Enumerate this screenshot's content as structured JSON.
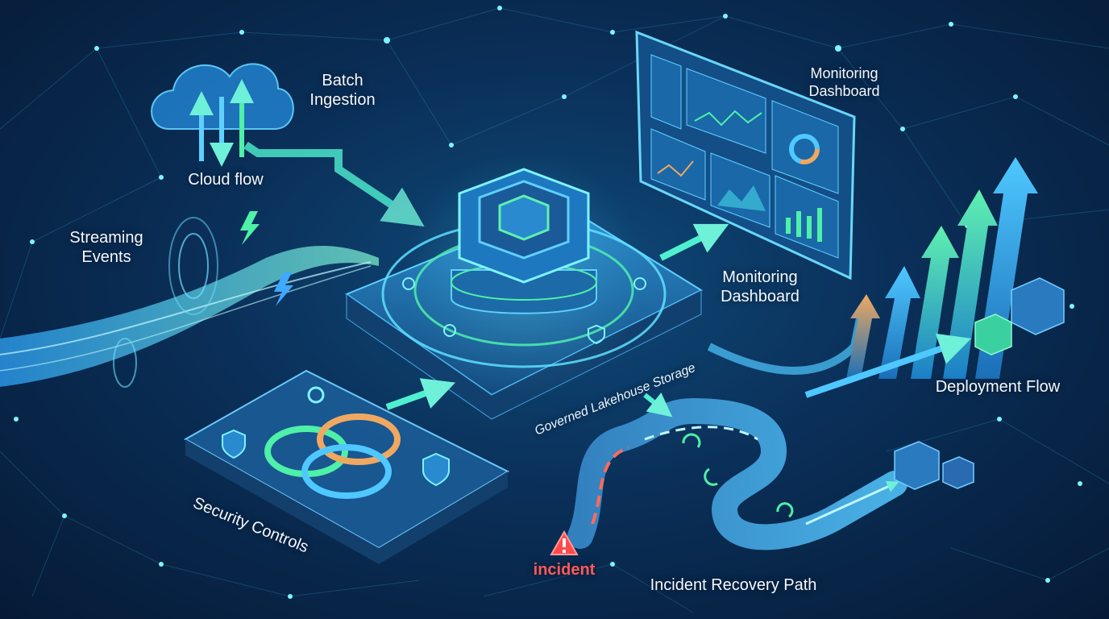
{
  "labels": {
    "batch_ingestion_line1": "Batch",
    "batch_ingestion_line2": "Ingestion",
    "cloud_flow": "Cloud flow",
    "streaming_events_line1": "Streaming",
    "streaming_events_line2": "Events",
    "monitoring_dashboard_top_line1": "Monitoring",
    "monitoring_dashboard_top_line2": "Dashboard",
    "monitoring_dashboard_mid_line1": "Monitoring",
    "monitoring_dashboard_mid_line2": "Dashboard",
    "governed_lakehouse_storage": "Governed Lakehouse Storage",
    "deployment_flow": "Deployment Flow",
    "security_controls": "Security Controls",
    "incident": "incident",
    "incident_recovery_path": "Incident Recovery Path"
  },
  "colors": {
    "background": "#0a2f58",
    "accent_cyan": "#3fd6ff",
    "accent_green": "#4ff0a8",
    "accent_orange": "#f0a860",
    "alert_red": "#ff4a4a",
    "platform": "#1e6fa8"
  },
  "icons": [
    "cloud-icon",
    "lightning-icon",
    "gear-icon",
    "shield-check-icon",
    "warning-icon",
    "refresh-icon",
    "cube-icon"
  ]
}
